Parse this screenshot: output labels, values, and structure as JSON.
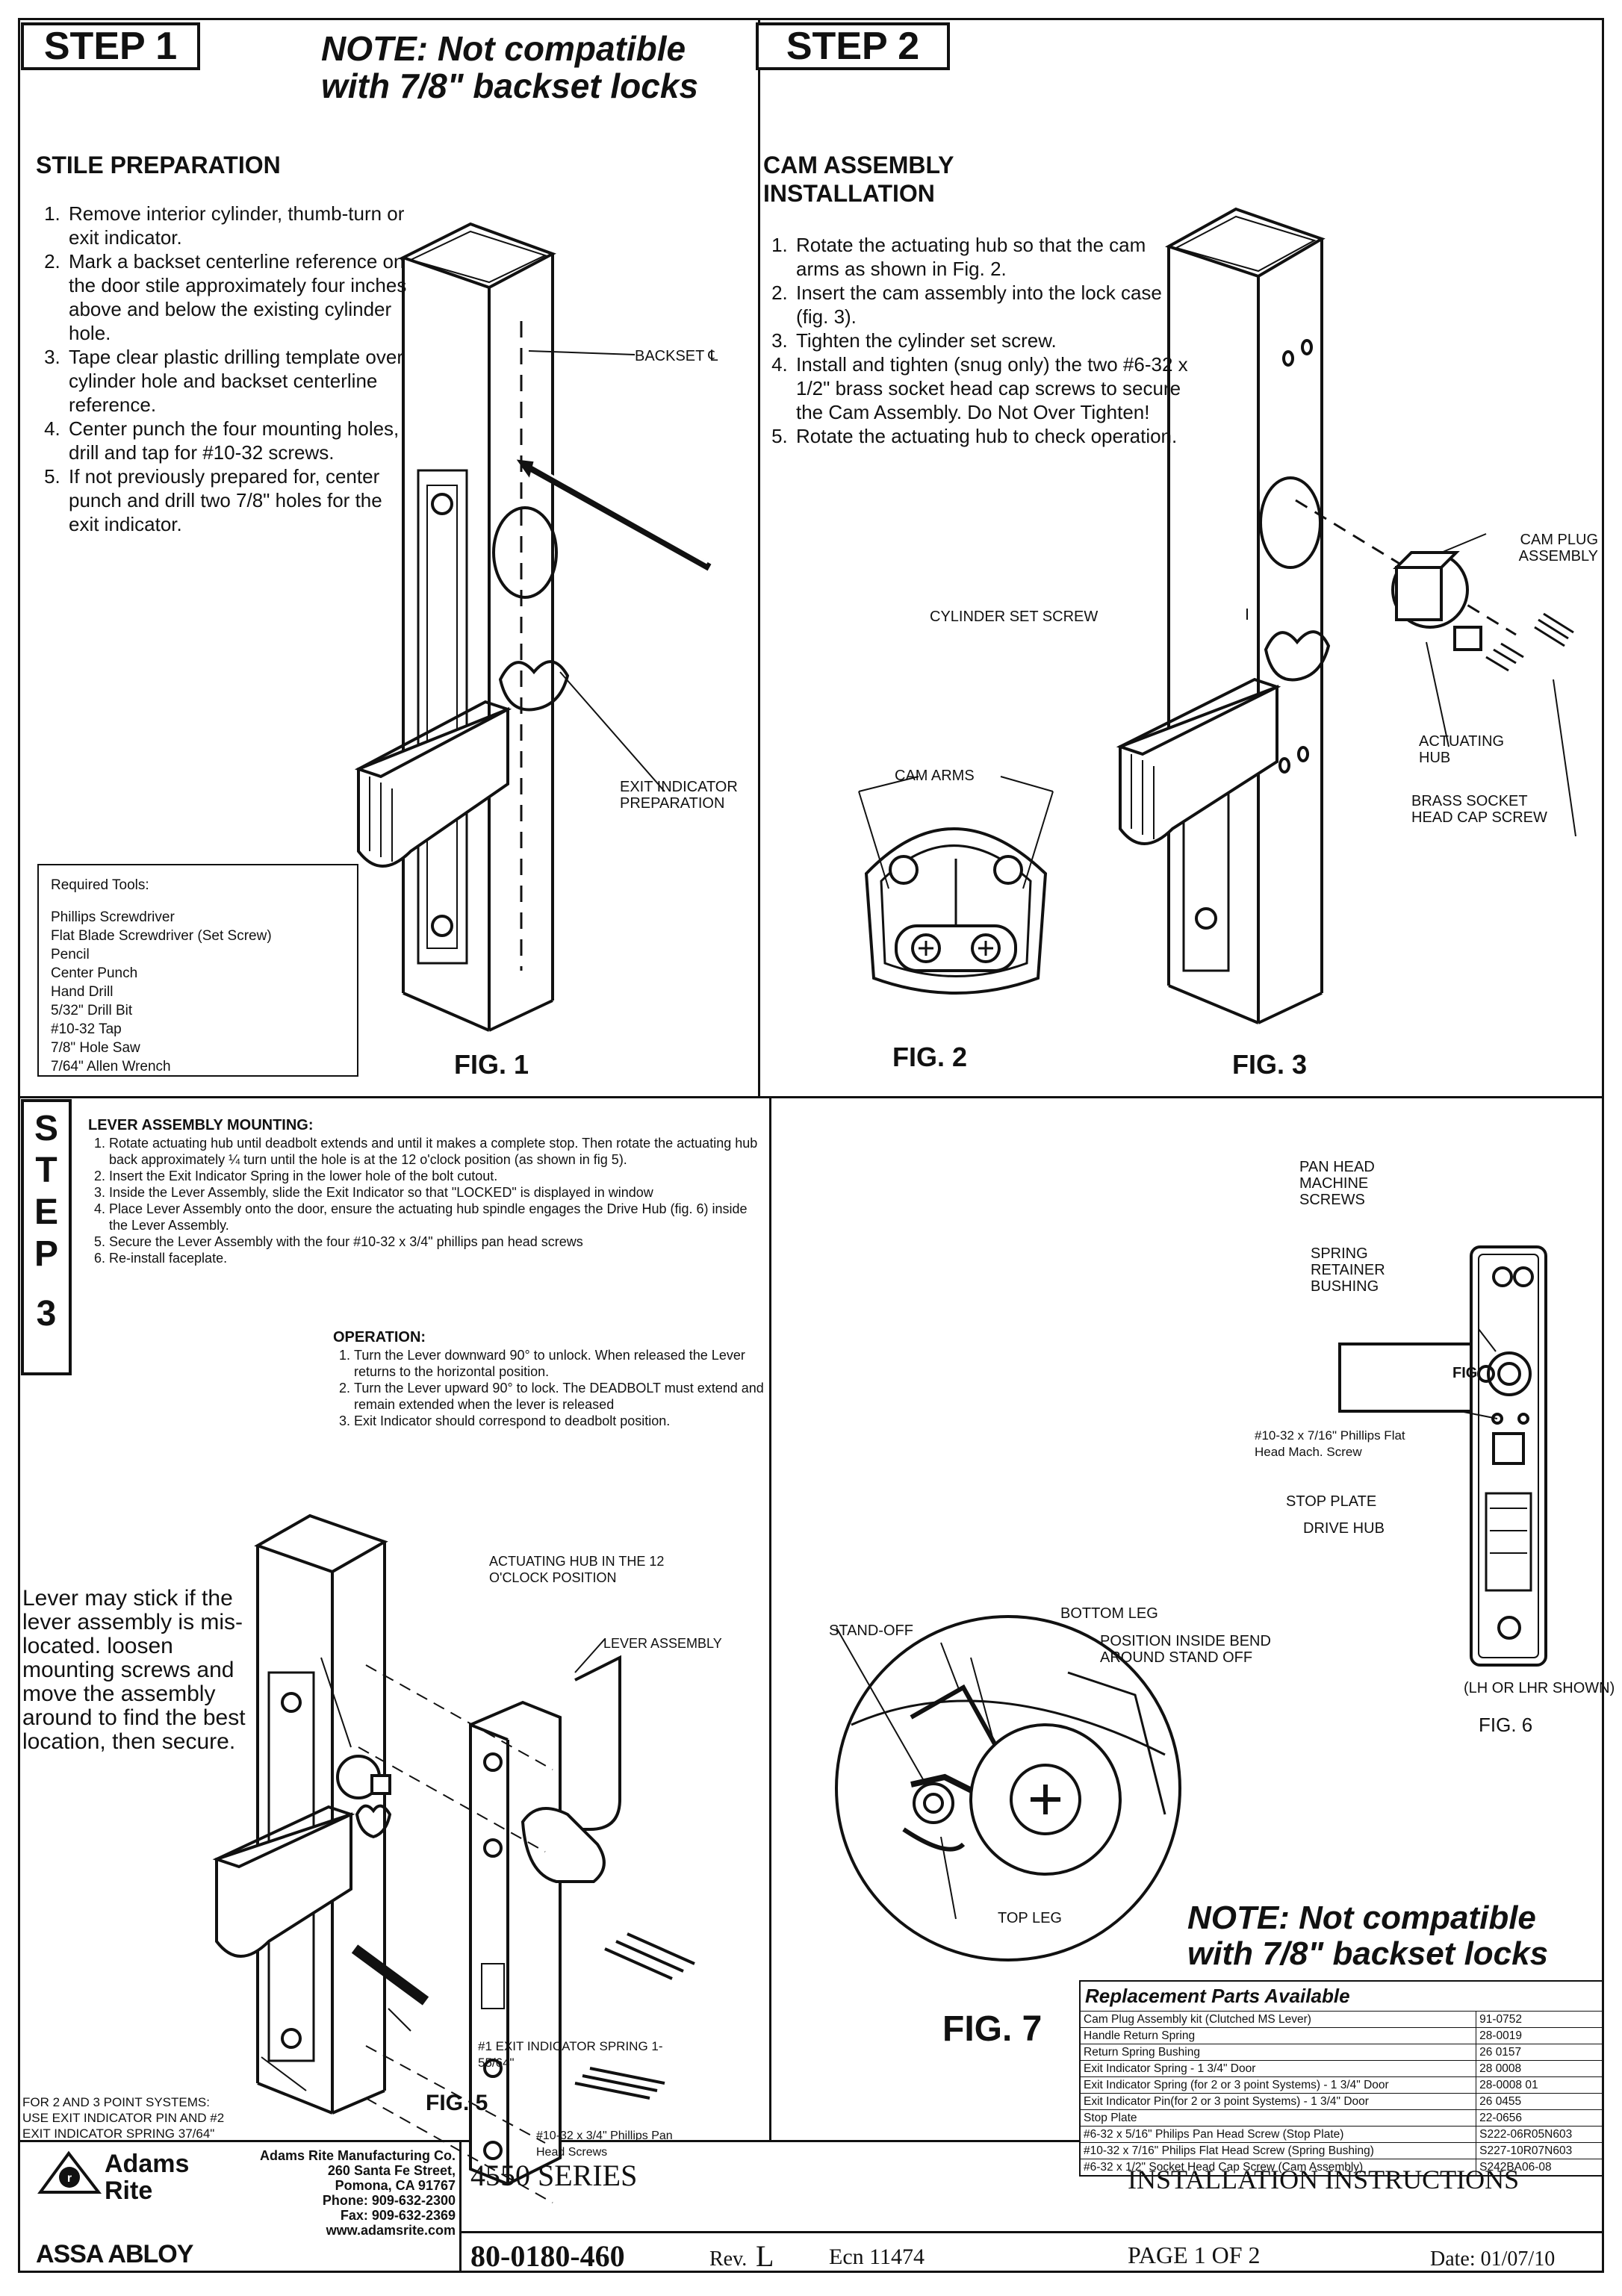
{
  "step1": {
    "label": "STEP 1",
    "note": "NOTE: Not compatible with 7/8\" backset locks",
    "heading": "STILE PREPARATION",
    "items": [
      "Remove interior cylinder, thumb-turn or exit indicator.",
      "Mark a backset centerline reference on the door stile approximately four inches above and below the existing cylinder hole.",
      "Tape clear plastic drilling template over cylinder hole and backset centerline reference.",
      "Center punch the four mounting holes, drill and tap for #10-32 screws.",
      "If not previously prepared for, center punch and drill two 7/8\" holes for the exit indicator."
    ],
    "callouts": {
      "backset": "BACKSET ℄",
      "exit_prep": "EXIT INDICATOR PREPARATION"
    },
    "tools_title": "Required Tools:",
    "tools": [
      "Phillips Screwdriver",
      "Flat Blade Screwdriver (Set Screw)",
      "Pencil",
      "Center Punch",
      "Hand Drill",
      "5/32\" Drill Bit",
      "#10-32 Tap",
      "7/8\" Hole Saw",
      "7/64\" Allen Wrench"
    ],
    "fig": "FIG. 1"
  },
  "step2": {
    "label": "STEP 2",
    "heading": "CAM ASSEMBLY INSTALLATION",
    "items": [
      "Rotate the actuating hub so that the cam arms as shown in Fig. 2.",
      "Insert the cam assembly into the lock case (fig. 3).",
      "Tighten the cylinder set screw.",
      "Install and tighten (snug only) the two #6-32 x 1/2\" brass socket head cap screws to secure the Cam Assembly. Do Not Over Tighten!",
      "Rotate the actuating hub to check operation."
    ],
    "callouts": {
      "cam_arms": "CAM ARMS",
      "cylinder_set_screw": "CYLINDER SET SCREW",
      "cam_plug": "CAM PLUG ASSEMBLY",
      "actuating_hub": "ACTUATING HUB",
      "brass_screw": "BRASS SOCKET HEAD CAP SCREW"
    },
    "fig2": "FIG. 2",
    "fig3": "FIG. 3"
  },
  "step3": {
    "letters": [
      "S",
      "T",
      "E",
      "P",
      "3"
    ],
    "heading": "LEVER ASSEMBLY MOUNTING:",
    "items": [
      "Rotate actuating hub until deadbolt extends and until it makes a complete stop. Then rotate the actuating hub back approximately ¼ turn until the hole is at the 12 o'clock position (as shown in fig 5).",
      "Insert the Exit Indicator Spring in the lower hole of the bolt cutout.",
      "Inside the Lever Assembly, slide the Exit Indicator so that \"LOCKED\" is displayed in window",
      "Place Lever Assembly onto the door, ensure the actuating hub spindle engages the Drive Hub (fig. 6) inside the Lever Assembly.",
      "Secure the Lever Assembly with the four #10-32 x 3/4\" phillips pan head screws",
      "Re-install faceplate."
    ],
    "operation_heading": "OPERATION:",
    "operation": [
      "Turn the Lever downward 90° to unlock. When released the Lever returns to the horizontal position.",
      "Turn the Lever upward 90° to lock. The DEADBOLT must extend and remain extended when the lever is released",
      "Exit Indicator should correspond to deadbolt position."
    ],
    "side_note": "Lever may stick if the lever assembly is mis-located. loosen mounting screws and move the assembly around to find the best location, then secure.",
    "callouts": {
      "hub_pos": "ACTUATING HUB IN THE 12 O'CLOCK POSITION",
      "lever_assembly": "LEVER ASSEMBLY",
      "exit_spring": "#1 EXIT INDICATOR SPRING 1-55/64\"",
      "pan_screws": "#10-32 x 3/4\" Phillips Pan Head Screws",
      "points": "FOR 2 AND 3 POINT SYSTEMS: USE EXIT INDICATOR PIN AND #2 EXIT INDICATOR SPRING 37/64\""
    },
    "fig5": "FIG. 5"
  },
  "right": {
    "callouts": {
      "pan_head": "PAN HEAD MACHINE SCREWS",
      "spring_retainer": "SPRING RETAINER BUSHING",
      "flat_head": "#10-32 x 7/16\" Phillips Flat Head Mach. Screw",
      "stop_plate": "STOP PLATE",
      "drive_hub": "DRIVE HUB",
      "lh_shown": "(LH OR LHR SHOWN)",
      "fig_small": "FIG",
      "standoff": "STAND-OFF",
      "bottom_leg": "BOTTOM LEG",
      "position_bend": "POSITION INSIDE BEND AROUND STAND OFF",
      "top_leg": "TOP LEG"
    },
    "fig6": "FIG. 6",
    "fig7": "FIG. 7",
    "note": "NOTE: Not compatible with 7/8\" backset locks"
  },
  "parts": {
    "title": "Replacement Parts Available",
    "rows": [
      [
        "Cam Plug Assembly kit (Clutched MS Lever)",
        "91-0752"
      ],
      [
        "Handle Return Spring",
        "28-0019"
      ],
      [
        "Return Spring Bushing",
        "26 0157"
      ],
      [
        "Exit Indicator Spring - 1 3/4\" Door",
        "28 0008"
      ],
      [
        "Exit Indicator Spring (for 2 or 3 point Systems) - 1 3/4\" Door",
        "28-0008 01"
      ],
      [
        "Exit Indicator Pin(for 2 or 3 point Systems) - 1 3/4\" Door",
        "26 0455"
      ],
      [
        "Stop Plate",
        "22-0656"
      ],
      [
        "#6-32 x 5/16\" Philips Pan Head Screw (Stop Plate)",
        "S222-06R05N603"
      ],
      [
        "#10-32 x 7/16\" Philips Flat Head Screw (Spring Bushing)",
        "S227-10R07N603"
      ],
      [
        "#6-32 x 1/2\" Socket Head Cap Screw (Cam Assembly)",
        "S242BA06-08"
      ]
    ]
  },
  "footer": {
    "brand": "Adams Rite",
    "company": "Adams Rite Manufacturing Co.",
    "address1": "260 Santa Fe Street,",
    "address2": "Pomona, CA 91767",
    "phone": "Phone:  909-632-2300",
    "fax": "Fax:  909-632-2369",
    "web": "www.adamsrite.com",
    "parent": "ASSA ABLOY",
    "series": "4550 SERIES",
    "title": "INSTALLATION INSTRUCTIONS",
    "doc_no": "80-0180-460",
    "rev_label": "Rev.",
    "rev": "L",
    "ecn": "Ecn 11474",
    "page": "PAGE 1 OF 2",
    "date": "Date: 01/07/10"
  }
}
